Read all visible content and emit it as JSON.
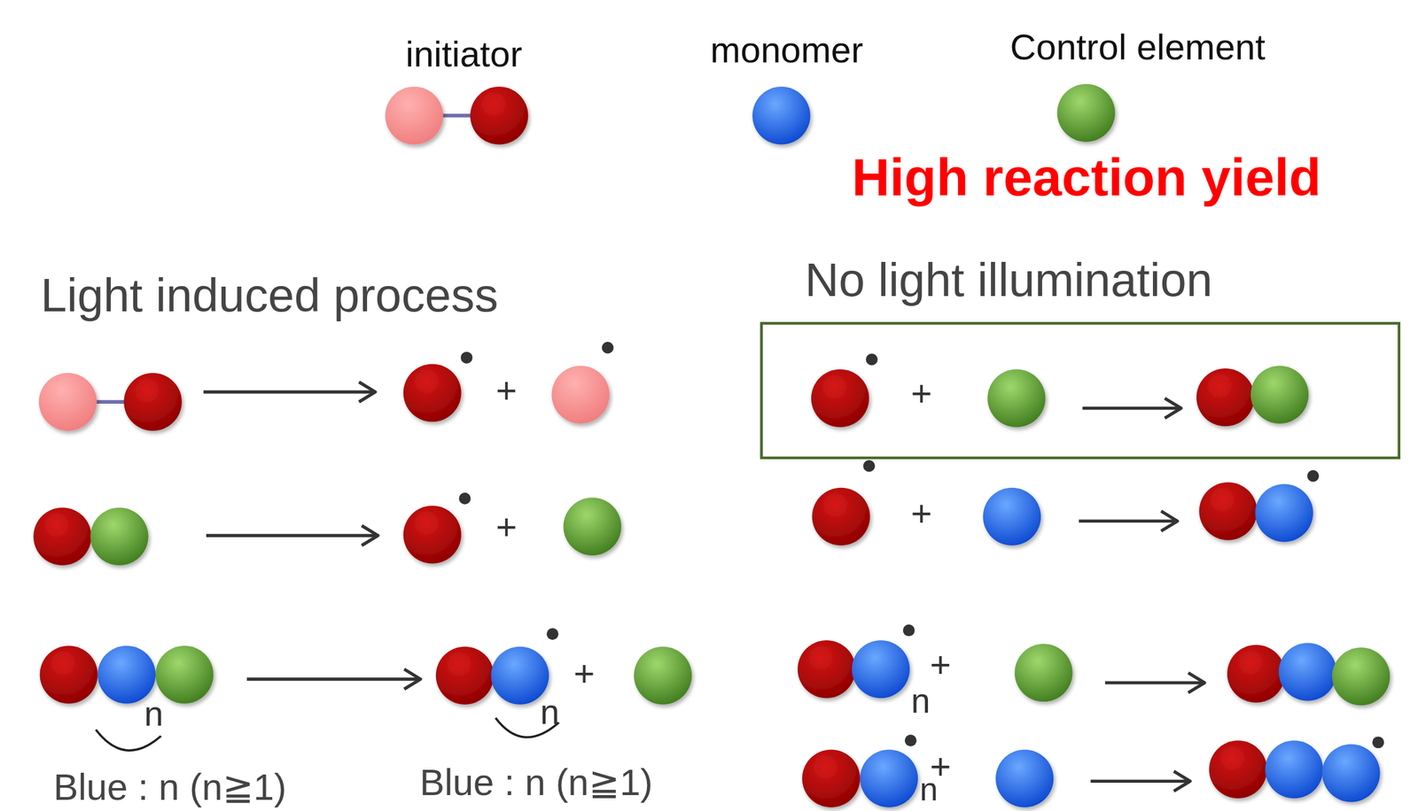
{
  "diagram": {
    "labels": [
      "High reaction yield",
      "Light induced process",
      "No light illumination",
      "+",
      "+",
      "+",
      "+",
      "+",
      "+",
      "+",
      "n",
      "n",
      "n",
      "n",
      "Blue : n (n≧1)",
      "Blue : n (n≧1)"
    ],
    "legend": [
      {
        "text": "initiator"
      },
      {
        "text": "monomer"
      },
      {
        "text": "Control element"
      }
    ]
  }
}
